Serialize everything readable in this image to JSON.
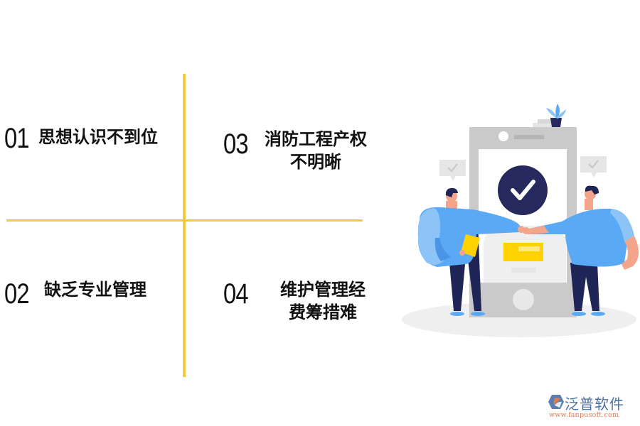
{
  "quadrants": [
    {
      "id": "q1",
      "number": "01",
      "lines": [
        "思想认识不到位"
      ]
    },
    {
      "id": "q2",
      "number": "02",
      "lines": [
        "缺乏专业管理"
      ]
    },
    {
      "id": "q3",
      "number": "03",
      "lines": [
        "消防工程产权",
        "不明晰"
      ]
    },
    {
      "id": "q4",
      "number": "04",
      "lines": [
        "维护管理经",
        "费筹措难"
      ]
    }
  ],
  "colors": {
    "divider": "#f5c842",
    "text": "#111111",
    "check_circle": "#25295e",
    "shirt_blue": "#5aa9f5",
    "pants_navy": "#1f2557",
    "accent_yellow": "#ffd200",
    "phone_gray": "#cacaca",
    "skin": "#f4a48a"
  },
  "illustration": {
    "description": "two-men-fist-bump-in-front-of-phone-with-checkmark",
    "center_icon": "checkmark-icon",
    "bubble_icons": [
      "checkmark-icon",
      "checkmark-icon"
    ]
  },
  "logo": {
    "name": "泛普软件",
    "url": "www.fanpusoft.com"
  }
}
